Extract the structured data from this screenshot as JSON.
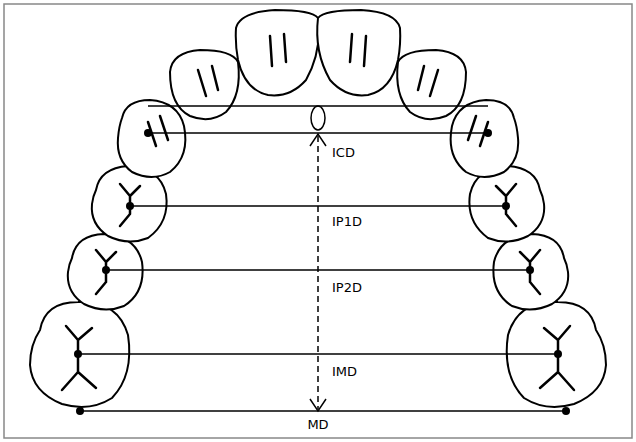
{
  "diagram": {
    "labels": [
      "ICD",
      "IP1D",
      "IP2D",
      "IMD",
      "MD"
    ]
  }
}
